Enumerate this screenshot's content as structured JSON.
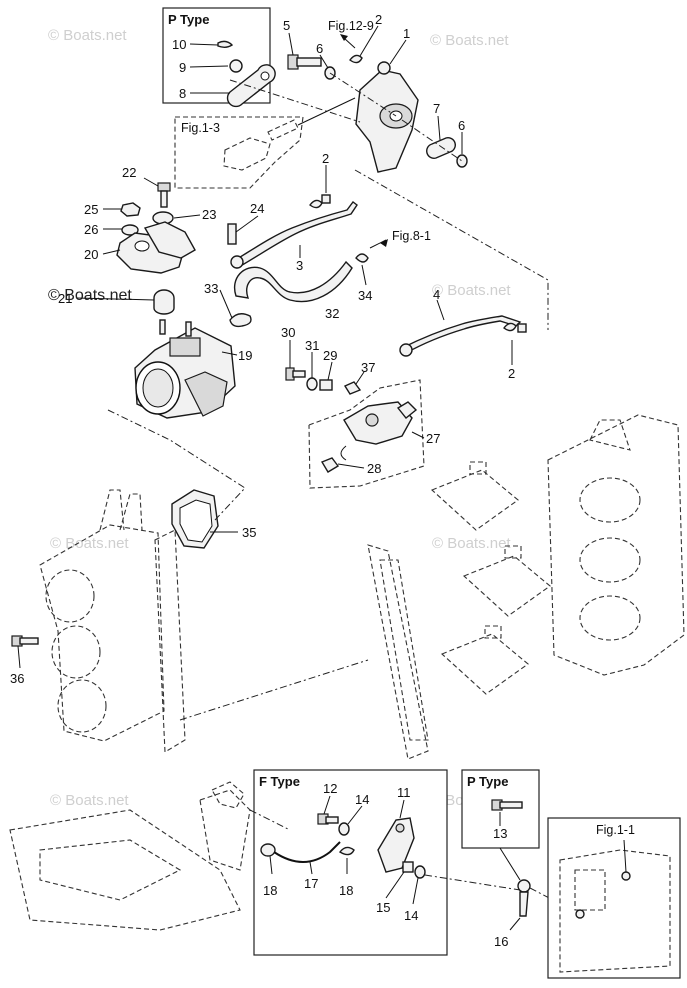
{
  "watermark": {
    "text": "© Boats.net"
  },
  "boxes": {
    "p_type_top": "P Type",
    "f_type": "F Type",
    "p_type_bottom": "P Type"
  },
  "references": {
    "fig_12_9": "Fig.12-9",
    "fig_1_3": "Fig.1-3",
    "fig_8_1": "Fig.8-1",
    "fig_1_1": "Fig.1-1"
  },
  "callouts": {
    "n1": "1",
    "n2a": "2",
    "n2b": "2",
    "n2c": "2",
    "n3": "3",
    "n4": "4",
    "n5": "5",
    "n6a": "6",
    "n6b": "6",
    "n7": "7",
    "n8": "8",
    "n9": "9",
    "n10": "10",
    "n11": "11",
    "n12": "12",
    "n13": "13",
    "n14a": "14",
    "n14b": "14",
    "n15": "15",
    "n16": "16",
    "n17": "17",
    "n18a": "18",
    "n18b": "18",
    "n19": "19",
    "n20": "20",
    "n21": "21",
    "n22": "22",
    "n23": "23",
    "n24": "24",
    "n25": "25",
    "n26": "26",
    "n27": "27",
    "n28": "28",
    "n29": "29",
    "n30": "30",
    "n31": "31",
    "n32": "32",
    "n33": "33",
    "n34": "34",
    "n35": "35",
    "n36": "36",
    "n37": "37"
  }
}
